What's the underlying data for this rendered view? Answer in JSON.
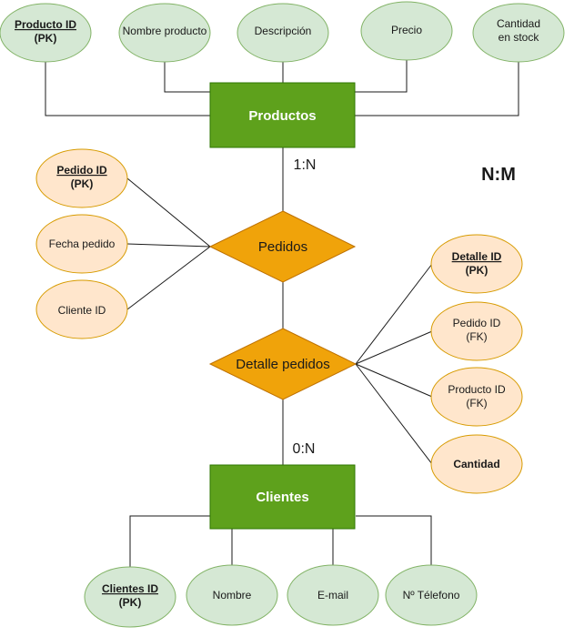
{
  "colors": {
    "entity_fill": "#5ea11c",
    "entity_stroke": "#2d7600",
    "relationship_fill": "#f0a30a",
    "relationship_stroke": "#bd7000",
    "green_attr_fill": "#d5e8d4",
    "green_attr_stroke": "#82b366",
    "orange_attr_fill": "#ffe6cc",
    "orange_attr_stroke": "#d79b00"
  },
  "entities": {
    "productos": "Productos",
    "clientes": "Clientes"
  },
  "relationships": {
    "pedidos": "Pedidos",
    "detalle_pedidos": "Detalle pedidos"
  },
  "cardinalities": {
    "productos_pedidos": "1:N",
    "detalle_clientes": "0:N",
    "overall": "N:M"
  },
  "productos_attributes": {
    "producto_id": "Producto ID",
    "producto_id_key": "(PK)",
    "nombre_producto": "Nombre producto",
    "descripcion": "Descripción",
    "precio": "Precio",
    "cantidad_stock_1": "Cantidad",
    "cantidad_stock_2": "en stock"
  },
  "pedidos_attributes": {
    "pedido_id": "Pedido ID",
    "pedido_id_key": "(PK)",
    "fecha_pedido": "Fecha pedido",
    "cliente_id": "Cliente ID"
  },
  "detalle_attributes": {
    "detalle_id": "Detalle ID",
    "detalle_id_key": "(PK)",
    "pedido_id": "Pedido ID",
    "pedido_id_key": "(FK)",
    "producto_id": "Producto ID",
    "producto_id_key": "(FK)",
    "cantidad": "Cantidad"
  },
  "clientes_attributes": {
    "clientes_id": "Clientes ID",
    "clientes_id_key": "(PK)",
    "nombre": "Nombre",
    "email": "E-mail",
    "telefono": "Nº Télefono"
  }
}
